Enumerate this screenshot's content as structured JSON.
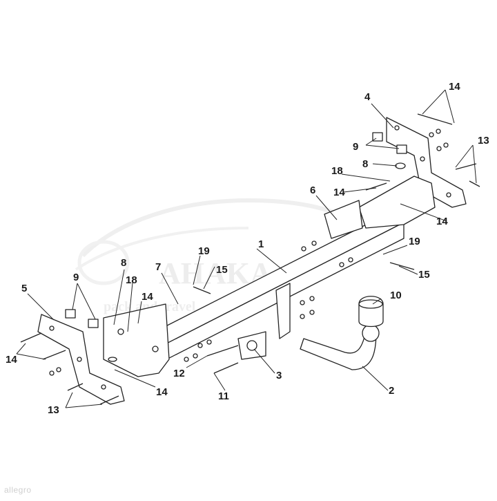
{
  "diagram": {
    "callouts": [
      "1",
      "2",
      "3",
      "4",
      "5",
      "6",
      "7",
      "8",
      "8",
      "9",
      "9",
      "10",
      "11",
      "12",
      "13",
      "13",
      "14",
      "14",
      "14",
      "14",
      "14",
      "14",
      "15",
      "15",
      "18",
      "18",
      "19",
      "19"
    ]
  },
  "watermark": {
    "brand": "AHAKA",
    "tagline": "pack and travel"
  },
  "footer": {
    "text": "allegro"
  }
}
